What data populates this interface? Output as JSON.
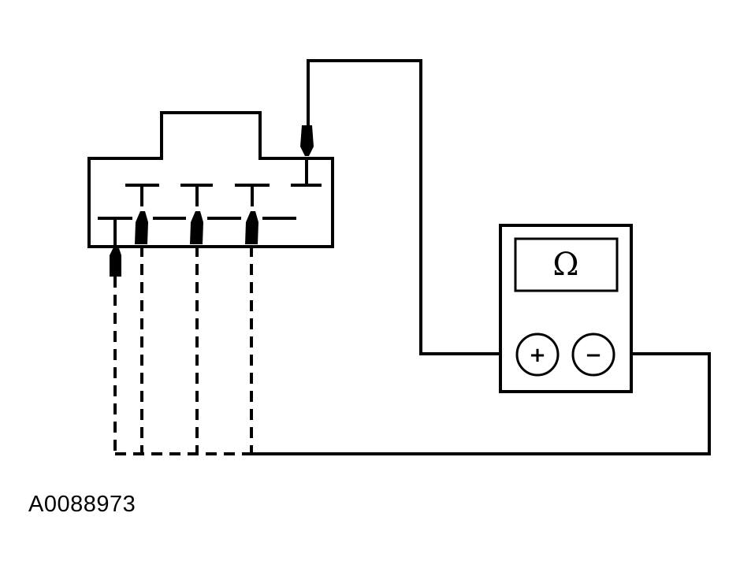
{
  "figure_id": "A0088973",
  "meter": {
    "display_symbol": "Ω",
    "positive_jack_label": "+",
    "negative_jack_label": "−"
  },
  "connector": {
    "upper_terminal_count": 4,
    "lower_terminal_count": 4,
    "probed_lower_terminals": 4
  }
}
